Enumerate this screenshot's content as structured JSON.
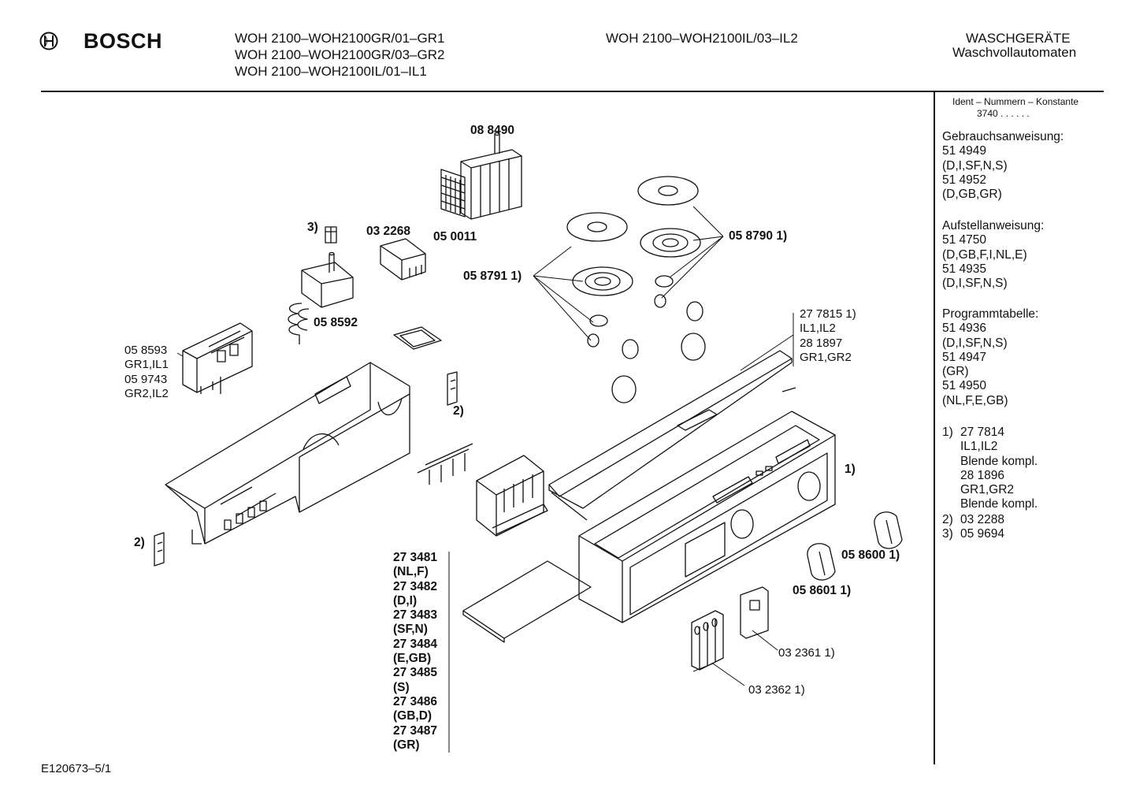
{
  "header": {
    "brand": "BOSCH",
    "models_left": [
      "WOH 2100–WOH2100GR/01–GR1",
      "WOH 2100–WOH2100GR/03–GR2",
      "WOH 2100–WOH2100IL/01–IL1"
    ],
    "model_center": "WOH 2100–WOH2100IL/03–IL2",
    "category": "WASCHGERÄTE",
    "subcategory": "Waschvollautomaten"
  },
  "sidebar": {
    "ident_title": "Ident – Nummern – Konstante",
    "ident_value": "3740 . .  . . . .",
    "sections": [
      {
        "title": "Gebrauchsanweisung:",
        "lines": [
          "51 4949",
          "(D,I,SF,N,S)",
          "51 4952",
          "(D,GB,GR)"
        ]
      },
      {
        "title": "Aufstellanweisung:",
        "lines": [
          "51 4750",
          "(D,GB,F,I,NL,E)",
          "51 4935",
          "(D,I,SF,N,S)"
        ]
      },
      {
        "title": "Programmtabelle:",
        "lines": [
          "51 4936",
          "(D,I,SF,N,S)",
          "51 4947",
          "(GR)",
          "51 4950",
          "(NL,F,E,GB)"
        ]
      }
    ],
    "notes": [
      {
        "num": "1)",
        "lines": [
          "27 7814",
          "IL1,IL2",
          "Blende kompl.",
          "28 1896",
          "GR1,GR2",
          "Blende kompl."
        ]
      },
      {
        "num": "2)",
        "lines": [
          "03 2288"
        ]
      },
      {
        "num": "3)",
        "lines": [
          "05 9694"
        ]
      }
    ]
  },
  "labels": {
    "p088490": "08 8490",
    "p050011": "05 0011",
    "p032268": "03 2268",
    "n3": "3)",
    "p058592": "05 8592",
    "p058791": "05 8791 1)",
    "p058790": "05 8790 1)",
    "group_left": [
      "05 8593",
      "GR1,IL1",
      "05 9743",
      "GR2,IL2"
    ],
    "group_right": [
      "27 7815 1)",
      "IL1,IL2",
      "28 1897",
      "GR1,GR2"
    ],
    "n2a": "2)",
    "n2b": "2)",
    "n1": "1)",
    "p058600": "05 8600 1)",
    "p058601": "05 8601 1)",
    "p032361": "03 2361 1)",
    "p032362": "03 2362 1)",
    "program_cards": [
      "27 3481",
      "(NL,F)",
      "27 3482",
      "(D,I)",
      "27 3483",
      "(SF,N)",
      "27 3484",
      "(E,GB)",
      "27 3485",
      "(S)",
      "27 3486",
      "(GB,D)",
      "27 3487",
      "(GR)"
    ]
  },
  "footer": {
    "code": "E120673–5/1"
  }
}
